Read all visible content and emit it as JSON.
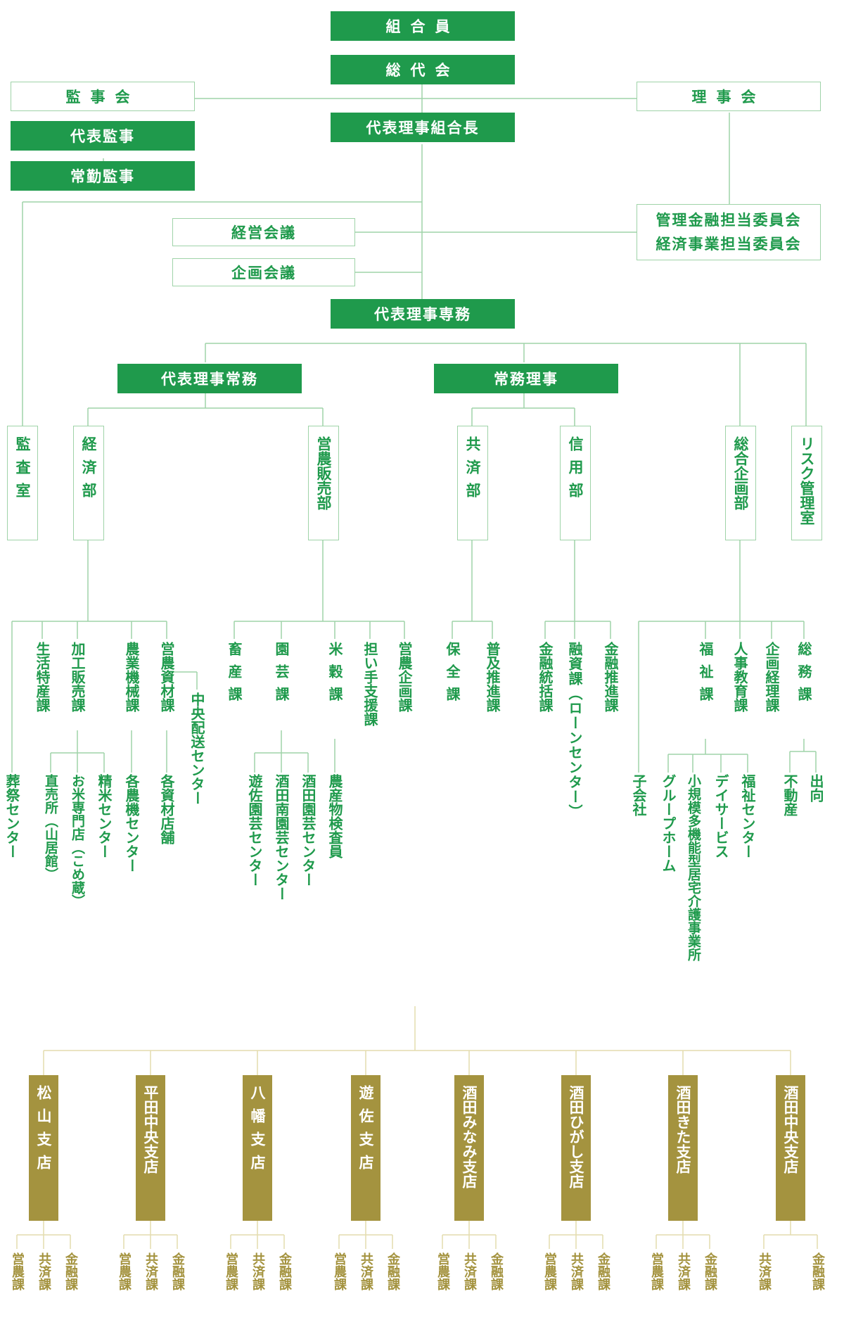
{
  "top": {
    "members": "組合員",
    "delegates": "総代会",
    "auditors": "監事会",
    "rep_auditor": "代表監事",
    "full_auditor": "常勤監事",
    "board": "理事会",
    "president": "代表理事組合長",
    "committee_1": "管理金融担当委員会",
    "committee_2": "経済事業担当委員会",
    "mgmt_meeting": "経営会議",
    "plan_meeting": "企画会議",
    "senmu": "代表理事専務",
    "jomu_rep": "代表理事常務",
    "jomu": "常務理事"
  },
  "departments": {
    "audit": "監査室",
    "keizai": "経済部",
    "einou_sales": "営農販売部",
    "kyosai": "共済部",
    "shinyo": "信用部",
    "sogo": "総合企画部",
    "risk": "リスク管理室"
  },
  "sections": {
    "funeral": "葬祭センター",
    "living": "生活特産課",
    "processing": "加工販売課",
    "machinery": "農業機械課",
    "materials": "営農資材課",
    "delivery": "中央配送センター",
    "direct_shop": "直売所（山居館）",
    "rice_shop": "お米専門店（こめ蔵）",
    "rice_mill": "精米センター",
    "machine_centers": "各農機センター",
    "material_shops": "各資材店舗",
    "livestock": "畜産課",
    "horticulture": "園芸課",
    "rice": "米穀課",
    "farmer_support": "担い手支援課",
    "planning": "営農企画課",
    "yusa_center": "遊佐園芸センター",
    "sakata_south": "酒田南園芸センター",
    "sakata_center": "酒田園芸センター",
    "inspector": "農産物検査員",
    "hozen": "保全課",
    "promotion": "普及推進課",
    "finance_general": "金融統括課",
    "loan": "融資課（ローンセンター）",
    "finance_promo": "金融推進課",
    "subsidiary": "子会社",
    "welfare": "福祉課",
    "hr": "人事教育課",
    "planning_acct": "企画経理課",
    "general_affairs": "総務課",
    "group_home": "グループホーム",
    "small_care": "小規模多機能型居宅介護事業所",
    "day_service": "デイサービス",
    "welfare_center": "福祉センター",
    "real_estate": "不動産",
    "secondment": "出向"
  },
  "branches": [
    {
      "name": "松山支店",
      "subs": [
        "営農課",
        "共済課",
        "金融課"
      ]
    },
    {
      "name": "平田中央支店",
      "subs": [
        "営農課",
        "共済課",
        "金融課"
      ]
    },
    {
      "name": "八幡支店",
      "subs": [
        "営農課",
        "共済課",
        "金融課"
      ]
    },
    {
      "name": "遊佐支店",
      "subs": [
        "営農課",
        "共済課",
        "金融課"
      ]
    },
    {
      "name": "酒田みなみ支店",
      "subs": [
        "営農課",
        "共済課",
        "金融課"
      ]
    },
    {
      "name": "酒田ひがし支店",
      "subs": [
        "営農課",
        "共済課",
        "金融課"
      ]
    },
    {
      "name": "酒田きた支店",
      "subs": [
        "営農課",
        "共済課",
        "金融課"
      ]
    },
    {
      "name": "酒田中央支店",
      "subs": [
        "共済課",
        "金融課"
      ]
    }
  ],
  "colors": {
    "green": "#1f9a4c",
    "light_green": "#9fd3a8",
    "gold": "#a4933f",
    "gold_line": "#e3dcae"
  }
}
